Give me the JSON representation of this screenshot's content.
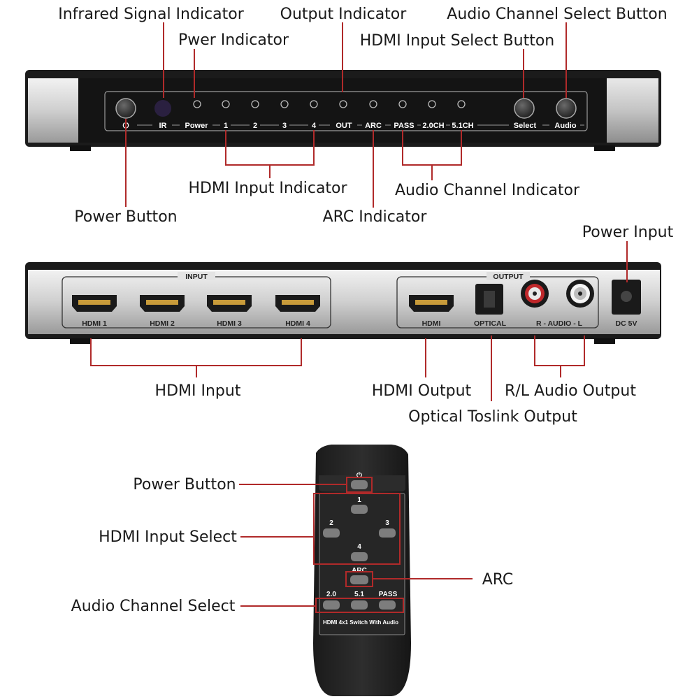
{
  "colors": {
    "leader": "#b02a2a",
    "device_body": "#1b1b1b",
    "device_side": "#cfcfcf",
    "remote_body": "#232323"
  },
  "front_panel": {
    "callouts": {
      "infrared_signal_indicator": "Infrared Signal Indicator",
      "output_indicator": "Output Indicator",
      "audio_channel_select_button": "Audio Channel Select Button",
      "power_indicator": "Pwer Indicator",
      "hdmi_input_select_button": "HDMI Input Select Button",
      "hdmi_input_indicator": "HDMI Input Indicator",
      "audio_channel_indicator": "Audio Channel Indicator",
      "power_button": "Power Button",
      "arc_indicator": "ARC Indicator"
    },
    "labels": {
      "ir": "IR",
      "power": "Power",
      "in1": "1",
      "in2": "2",
      "in3": "3",
      "in4": "4",
      "out": "OUT",
      "arc": "ARC",
      "pass": "PASS",
      "ch20": "2.0CH",
      "ch51": "5.1CH",
      "select": "Select",
      "audio": "Audio",
      "power_symbol": "⏻"
    }
  },
  "back_panel": {
    "callouts": {
      "power_input": "Power Input",
      "hdmi_input": "HDMI Input",
      "hdmi_output": "HDMI Output",
      "rl_audio_output": "R/L Audio Output",
      "optical_toslink_output": "Optical Toslink Output"
    },
    "labels": {
      "input_group": "INPUT",
      "output_group": "OUTPUT",
      "hdmi1": "HDMI 1",
      "hdmi2": "HDMI 2",
      "hdmi3": "HDMI 3",
      "hdmi4": "HDMI 4",
      "hdmi_out": "HDMI",
      "optical": "OPTICAL",
      "audio_rl": "R - AUDIO - L",
      "dc5v": "DC 5V"
    }
  },
  "remote": {
    "callouts": {
      "power_button": "Power Button",
      "hdmi_input_select": "HDMI Input Select",
      "arc": "ARC",
      "audio_channel_select": "Audio Channel Select"
    },
    "labels": {
      "power_symbol": "⏻",
      "btn1": "1",
      "btn2": "2",
      "btn3": "3",
      "btn4": "4",
      "arc": "ARC",
      "ch20": "2.0",
      "ch51": "5.1",
      "pass": "PASS",
      "model": "HDMI 4x1 Switch With Audio"
    }
  }
}
